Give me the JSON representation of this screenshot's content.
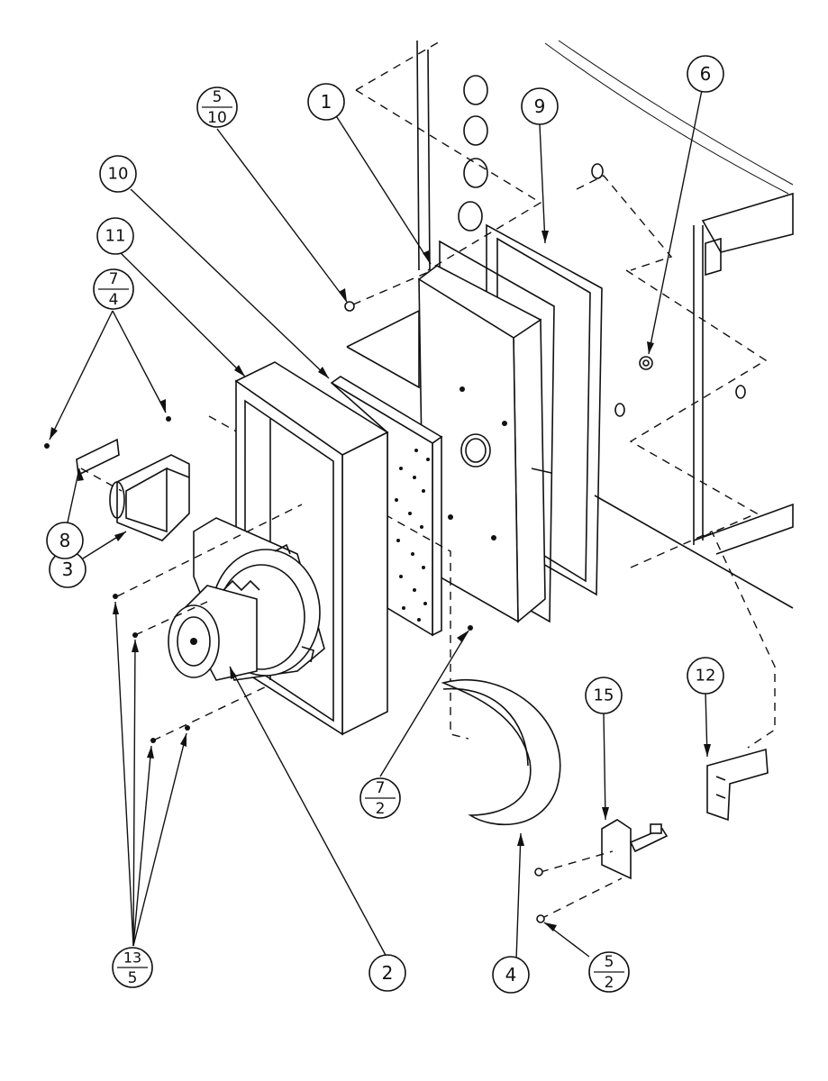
{
  "callouts": [
    {
      "id": "c1",
      "top": "1"
    },
    {
      "id": "c2",
      "top": "2"
    },
    {
      "id": "c3",
      "top": "3"
    },
    {
      "id": "c4",
      "top": "4"
    },
    {
      "id": "c6",
      "top": "6"
    },
    {
      "id": "c8",
      "top": "8"
    },
    {
      "id": "c9",
      "top": "9"
    },
    {
      "id": "c10",
      "top": "10"
    },
    {
      "id": "c11",
      "top": "11"
    },
    {
      "id": "c12",
      "top": "12"
    },
    {
      "id": "c15",
      "top": "15"
    },
    {
      "id": "c5_10",
      "top": "5",
      "bottom": "10"
    },
    {
      "id": "c7_4",
      "top": "7",
      "bottom": "4"
    },
    {
      "id": "c7_2",
      "top": "7",
      "bottom": "2"
    },
    {
      "id": "c13_5",
      "top": "13",
      "bottom": "5"
    },
    {
      "id": "c5_2",
      "top": "5",
      "bottom": "2"
    }
  ],
  "colors": {
    "line": "#111111",
    "background": "#ffffff"
  }
}
